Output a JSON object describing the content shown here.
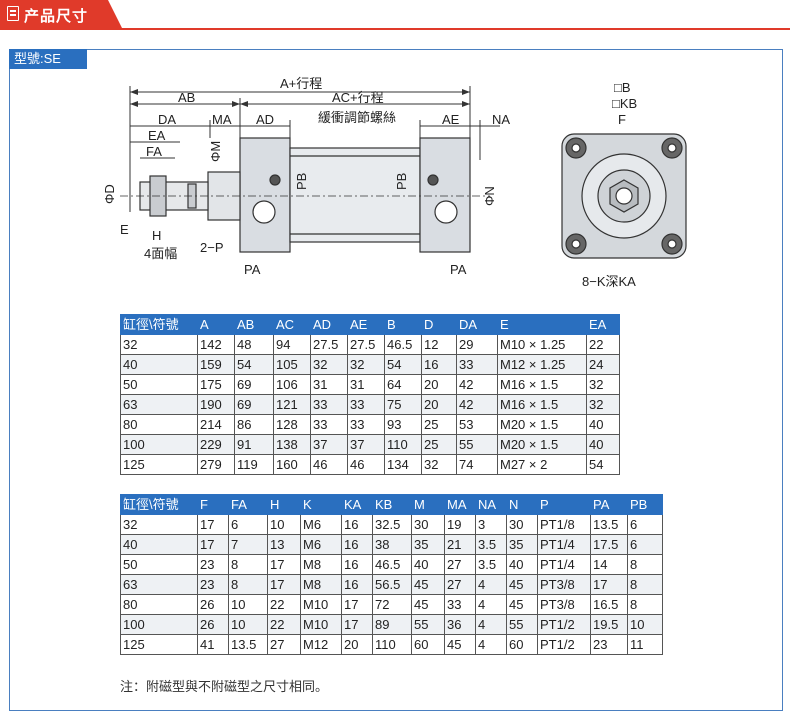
{
  "header": {
    "title": "产品尺寸",
    "icon": "document-icon",
    "accent": "#e03a2a"
  },
  "model": {
    "label": "型號:SE",
    "color": "#2a6fbf"
  },
  "diagram_labels": {
    "total": "A+行程",
    "ac": "AC+行程",
    "ab": "AB",
    "da": "DA",
    "ma": "MA",
    "ad": "AD",
    "ae": "AE",
    "na": "NA",
    "ea": "EA",
    "fa": "FA",
    "phi_m": "ΦM",
    "phi_d": "ΦD",
    "phi_n": "ΦN",
    "e": "E",
    "h": "H",
    "flats": "4面幅",
    "p": "2−P",
    "pa_left": "PA",
    "pa_right": "PA",
    "pb_left": "PB",
    "pb_right": "PB",
    "cushion": "緩衝調節螺絲",
    "sq_b": "□B",
    "sq_kb": "□KB",
    "f": "F",
    "k_ka": "8−K深KA"
  },
  "table1": {
    "headers": [
      "缸徑\\符號",
      "A",
      "AB",
      "AC",
      "AD",
      "AE",
      "B",
      "D",
      "DA",
      "E",
      "EA"
    ],
    "rows": [
      [
        "32",
        "142",
        "48",
        "94",
        "27.5",
        "27.5",
        "46.5",
        "12",
        "29",
        "M10 × 1.25",
        "22"
      ],
      [
        "40",
        "159",
        "54",
        "105",
        "32",
        "32",
        "54",
        "16",
        "33",
        "M12 × 1.25",
        "24"
      ],
      [
        "50",
        "175",
        "69",
        "106",
        "31",
        "31",
        "64",
        "20",
        "42",
        "M16 × 1.5",
        "32"
      ],
      [
        "63",
        "190",
        "69",
        "121",
        "33",
        "33",
        "75",
        "20",
        "42",
        "M16 × 1.5",
        "32"
      ],
      [
        "80",
        "214",
        "86",
        "128",
        "33",
        "33",
        "93",
        "25",
        "53",
        "M20 × 1.5",
        "40"
      ],
      [
        "100",
        "229",
        "91",
        "138",
        "37",
        "37",
        "110",
        "25",
        "55",
        "M20 × 1.5",
        "40"
      ],
      [
        "125",
        "279",
        "119",
        "160",
        "46",
        "46",
        "134",
        "32",
        "74",
        "M27 × 2",
        "54"
      ]
    ]
  },
  "table2": {
    "headers": [
      "缸徑\\符號",
      "F",
      "FA",
      "H",
      "K",
      "KA",
      "KB",
      "M",
      "MA",
      "NA",
      "N",
      "P",
      "PA",
      "PB"
    ],
    "rows": [
      [
        "32",
        "17",
        "6",
        "10",
        "M6",
        "16",
        "32.5",
        "30",
        "19",
        "3",
        "30",
        "PT1/8",
        "13.5",
        "6"
      ],
      [
        "40",
        "17",
        "7",
        "13",
        "M6",
        "16",
        "38",
        "35",
        "21",
        "3.5",
        "35",
        "PT1/4",
        "17.5",
        "6"
      ],
      [
        "50",
        "23",
        "8",
        "17",
        "M8",
        "16",
        "46.5",
        "40",
        "27",
        "3.5",
        "40",
        "PT1/4",
        "14",
        "8"
      ],
      [
        "63",
        "23",
        "8",
        "17",
        "M8",
        "16",
        "56.5",
        "45",
        "27",
        "4",
        "45",
        "PT3/8",
        "17",
        "8"
      ],
      [
        "80",
        "26",
        "10",
        "22",
        "M10",
        "17",
        "72",
        "45",
        "33",
        "4",
        "45",
        "PT3/8",
        "16.5",
        "8"
      ],
      [
        "100",
        "26",
        "10",
        "22",
        "M10",
        "17",
        "89",
        "55",
        "36",
        "4",
        "55",
        "PT1/2",
        "19.5",
        "10"
      ],
      [
        "125",
        "41",
        "13.5",
        "27",
        "M12",
        "20",
        "110",
        "60",
        "45",
        "4",
        "60",
        "PT1/2",
        "23",
        "11"
      ]
    ]
  },
  "note": "注：附磁型與不附磁型之尺寸相同。"
}
